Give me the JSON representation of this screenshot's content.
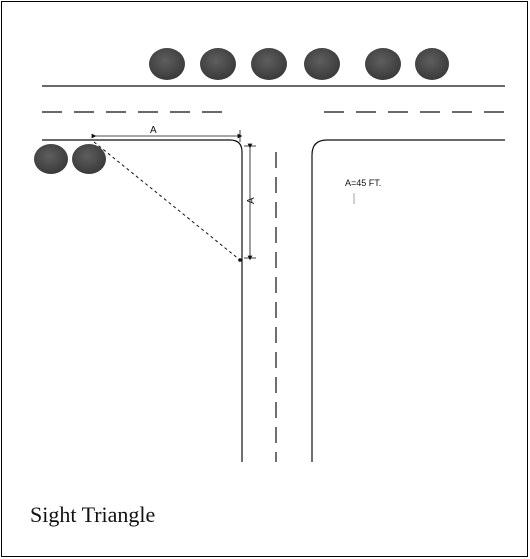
{
  "diagram": {
    "dimension_label_horizontal": "A",
    "dimension_label_vertical": "A",
    "note": "A=45 FT.",
    "caption": "Sight Triangle",
    "colors": {
      "line": "#111111",
      "shrub": "#3a3a3a",
      "shrub_highlight": "#5e5e5e"
    }
  }
}
